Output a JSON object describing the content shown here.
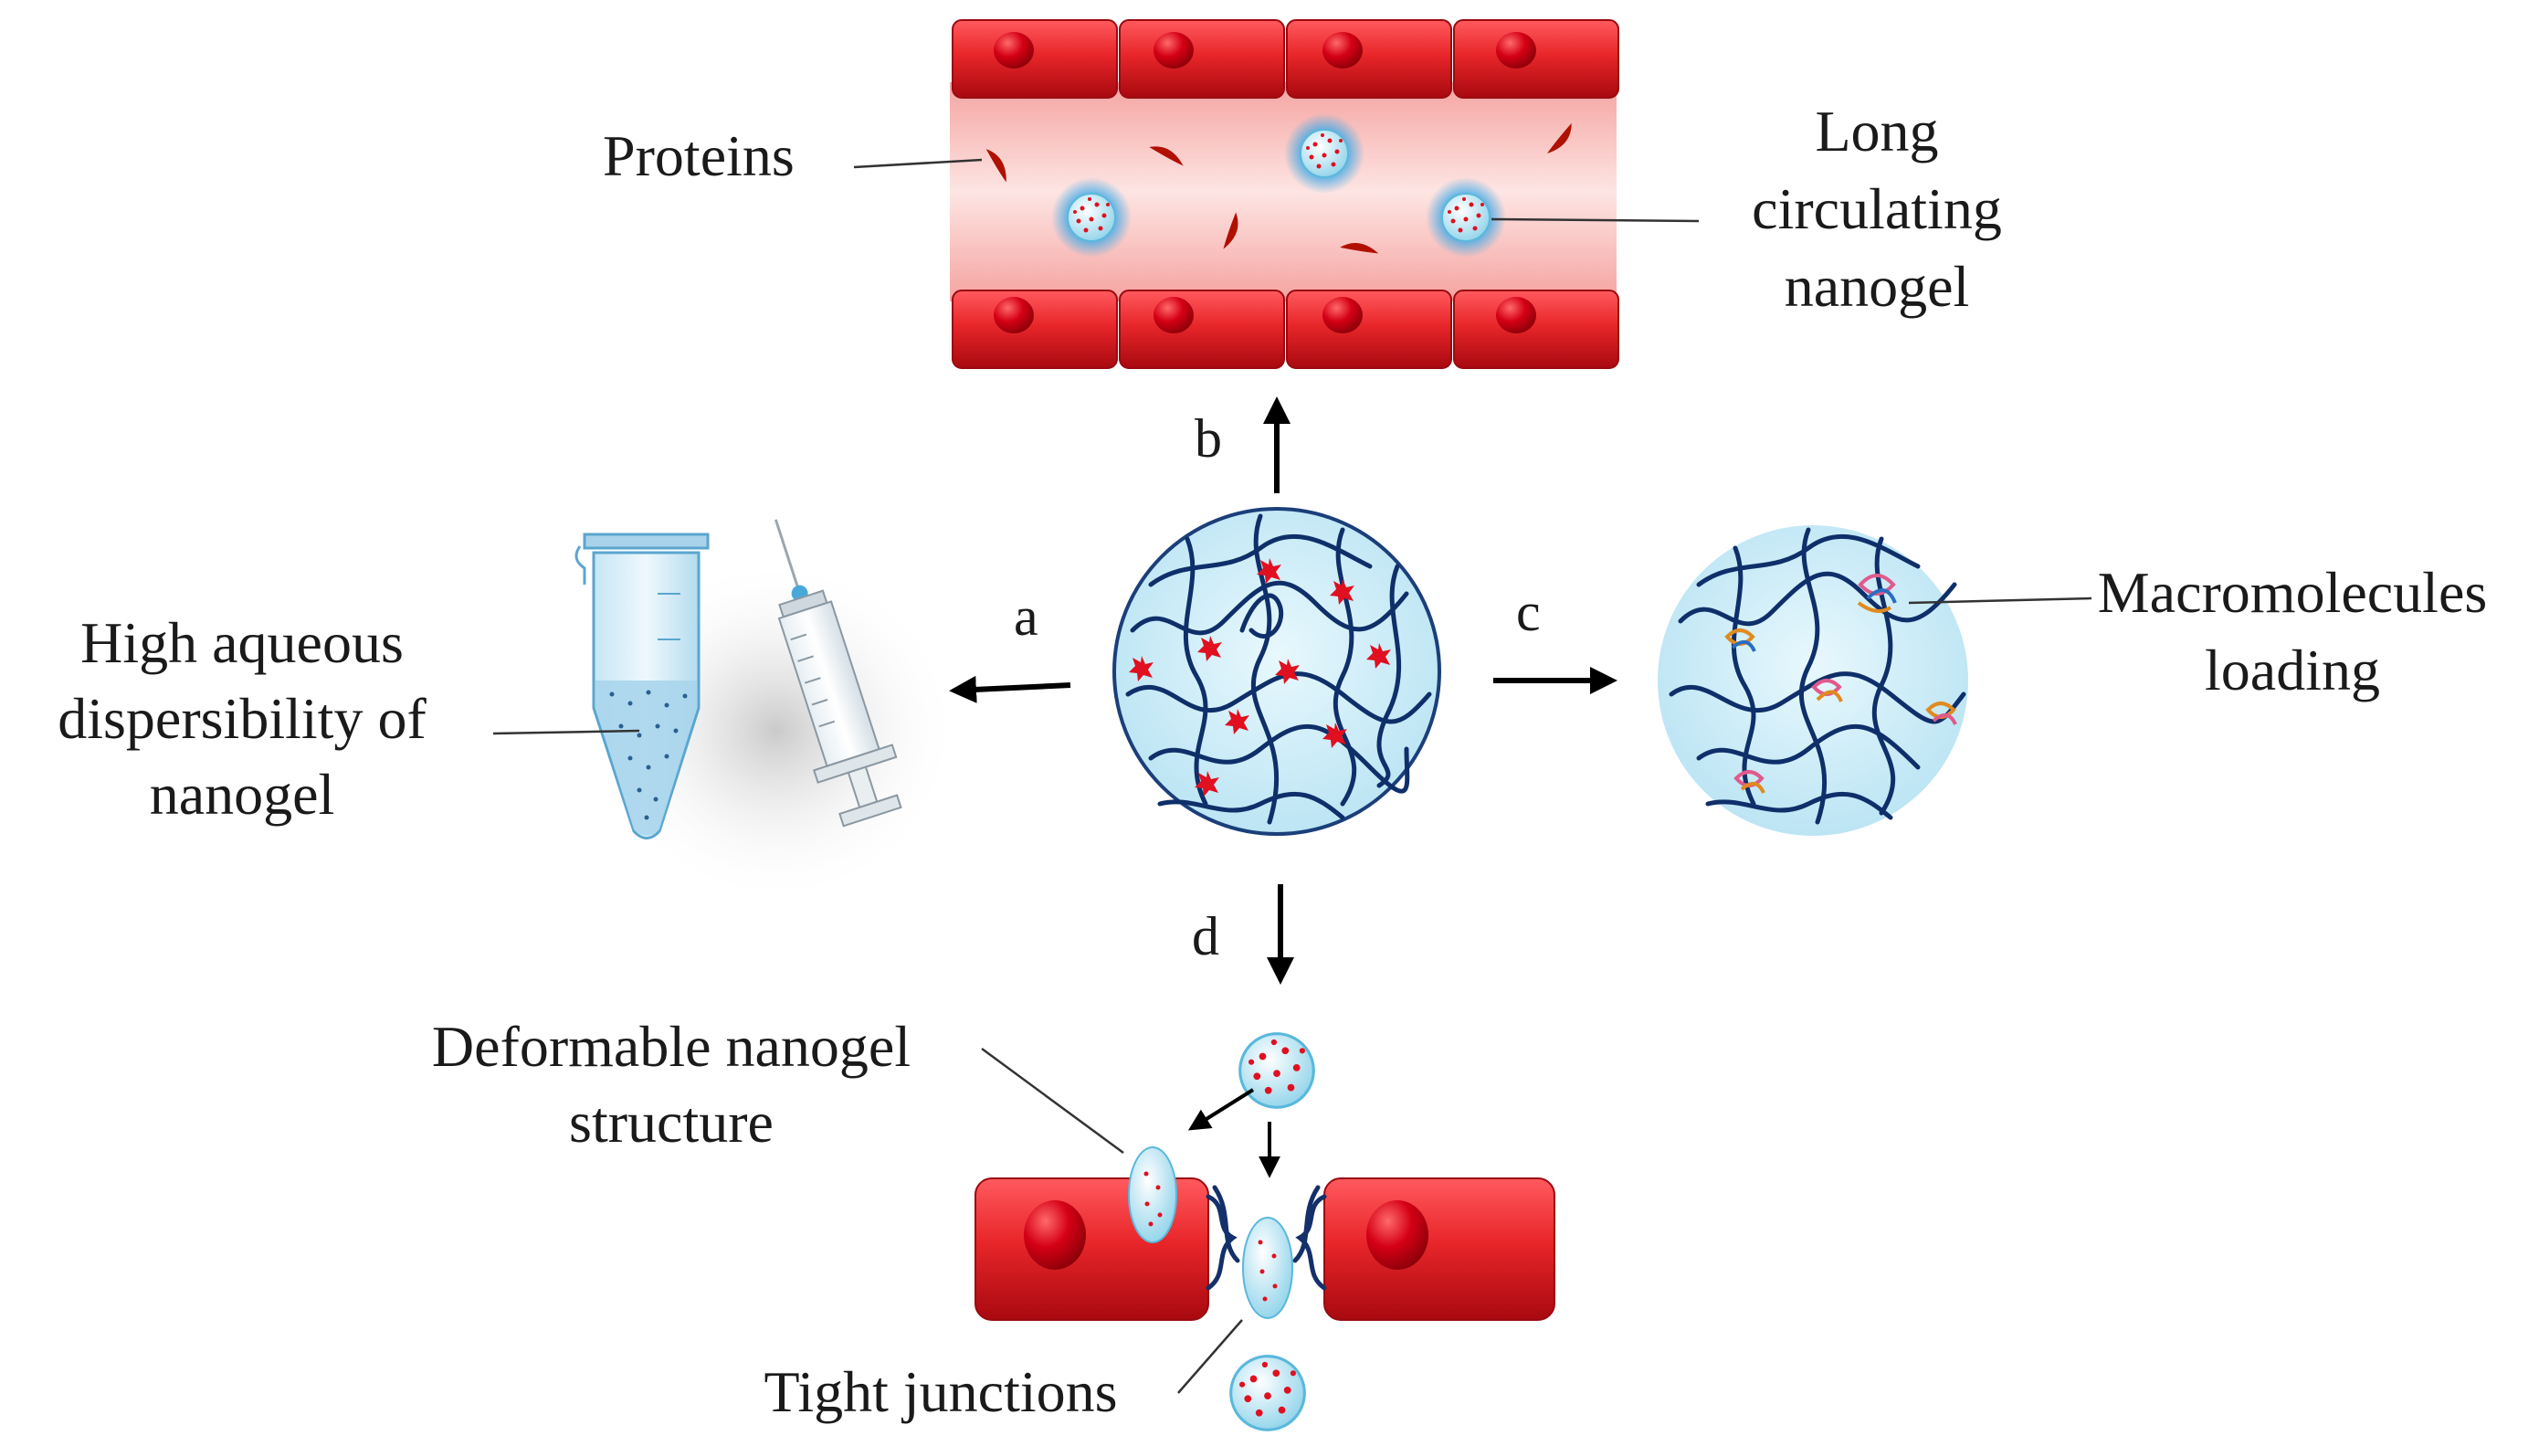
{
  "labels": {
    "proteins": "Proteins",
    "long_circulating_line1": "Long",
    "long_circulating_line2": "circulating",
    "long_circulating_line3": "nanogel",
    "high_aqueous_line1": "High aqueous",
    "high_aqueous_line2": "dispersibility of",
    "high_aqueous_line3": "nanogel",
    "macromolecules_line1": "Macromolecules",
    "macromolecules_line2": "loading",
    "deformable_line1": "Deformable nanogel",
    "deformable_line2": "structure",
    "tight_junctions": "Tight junctions"
  },
  "arrow_letters": {
    "a": "a",
    "b": "b",
    "c": "c",
    "d": "d"
  },
  "colors": {
    "cell_red": "#e8262a",
    "nucleus_red": "#c50010",
    "vessel_pink": "#f7b7b4",
    "gel_blue": "#c9ecf7",
    "strand_navy": "#0f2f6a",
    "drug_red": "#e01020",
    "protein_red": "#b01000"
  }
}
